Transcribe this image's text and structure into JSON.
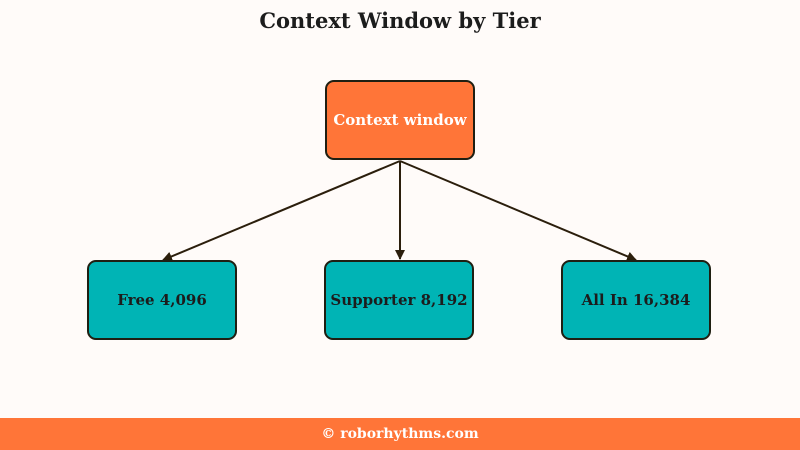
{
  "title": "Context Window by Tier",
  "root": {
    "label": "Context window"
  },
  "tiers": [
    {
      "label": "Free 4,096"
    },
    {
      "label": "Supporter 8,192"
    },
    {
      "label": "All In 16,384"
    }
  ],
  "footer": {
    "text": "© roborhythms.com"
  },
  "colors": {
    "root_fill": "#ff7538",
    "tier_fill": "#00b4b5",
    "edge": "#2b1e0c",
    "footer_bg": "#ff7538"
  }
}
